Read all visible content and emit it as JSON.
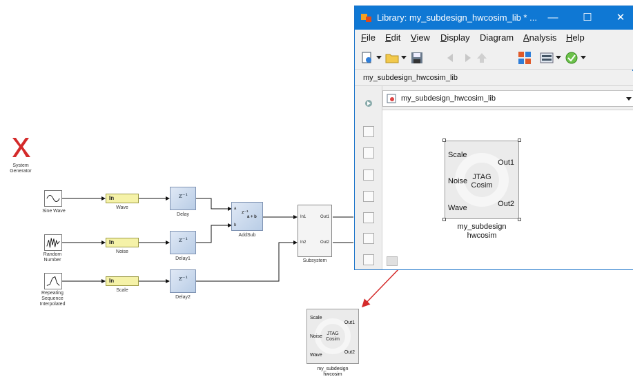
{
  "model": {
    "system_generator": {
      "label_line1": "System",
      "label_line2": "Generator"
    },
    "sources": [
      {
        "id": "sine",
        "label": "Sine Wave"
      },
      {
        "id": "random",
        "label": "Random Number"
      },
      {
        "id": "repeating",
        "label": "Repeating Sequence Interpolated"
      }
    ],
    "gateways": [
      {
        "in_label": "In",
        "name": "Wave"
      },
      {
        "in_label": "In",
        "name": "Noise"
      },
      {
        "in_label": "In",
        "name": "Scale"
      }
    ],
    "delays": [
      {
        "glyph": "z⁻¹",
        "name": "Delay"
      },
      {
        "glyph": "z⁻¹",
        "name": "Delay1"
      },
      {
        "glyph": "z⁻¹",
        "name": "Delay2"
      }
    ],
    "addsub": {
      "name": "AddSub",
      "port_a": "a",
      "port_b": "b",
      "expr": "a + b",
      "glyph": "z⁻¹"
    },
    "subsystem": {
      "name": "Subsystem",
      "in1": "In1",
      "in2": "In2",
      "out1": "Out1",
      "out2": "Out2"
    }
  },
  "library_window": {
    "title": "Library: my_subdesign_hwcosim_lib * ...",
    "controls": {
      "minimize": "—",
      "maximize": "☐",
      "close": "✕"
    },
    "menu": [
      {
        "accel": "F",
        "rest": "ile"
      },
      {
        "accel": "E",
        "rest": "dit"
      },
      {
        "accel": "V",
        "rest": "iew"
      },
      {
        "accel": "D",
        "rest": "isplay"
      },
      {
        "accel": "",
        "rest": "Diagram"
      },
      {
        "accel": "A",
        "rest": "nalysis"
      },
      {
        "accel": "H",
        "rest": "elp"
      }
    ],
    "breadcrumb": "my_subdesign_hwcosim_lib",
    "address": "my_subdesign_hwcosim_lib",
    "block": {
      "inputs": [
        "Scale",
        "Noise",
        "Wave"
      ],
      "outputs": [
        "Out1",
        "Out2"
      ],
      "center_line1": "JTAG",
      "center_line2": "Cosim",
      "name_line1": "my_subdesign",
      "name_line2": "hwcosim"
    }
  },
  "copied_block": {
    "inputs": [
      "Scale",
      "Noise",
      "Wave"
    ],
    "outputs": [
      "Out1",
      "Out2"
    ],
    "center_line1": "JTAG",
    "center_line2": "Cosim",
    "name_line1": "my_subdesign",
    "name_line2": "hwcosim"
  },
  "colors": {
    "titlebar": "#0f78d4",
    "arrow": "#d42a2a",
    "gateway": "#f5f2a8",
    "xilinx_logo": "#d42a2a"
  }
}
